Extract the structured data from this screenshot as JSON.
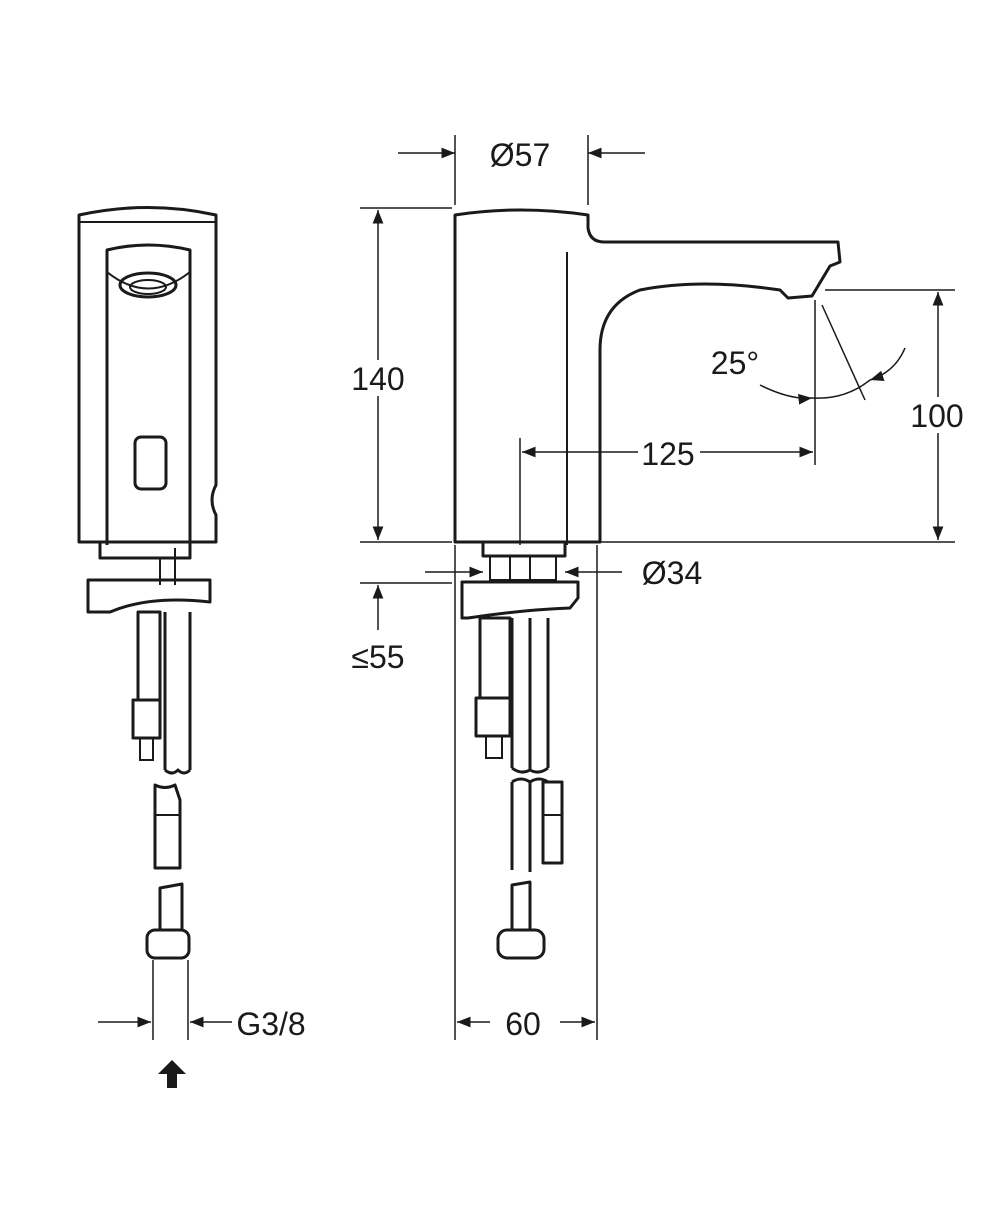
{
  "drawing": {
    "dimensions": {
      "body_diameter": "Ø57",
      "height": "140",
      "angle": "25°",
      "outlet_height": "100",
      "reach": "125",
      "base_diameter": "Ø34",
      "max_deck_thickness": "≤55",
      "connection_thread": "G3/8",
      "width": "60"
    },
    "colors": {
      "line": "#1a1a1a",
      "background": "#ffffff"
    }
  }
}
